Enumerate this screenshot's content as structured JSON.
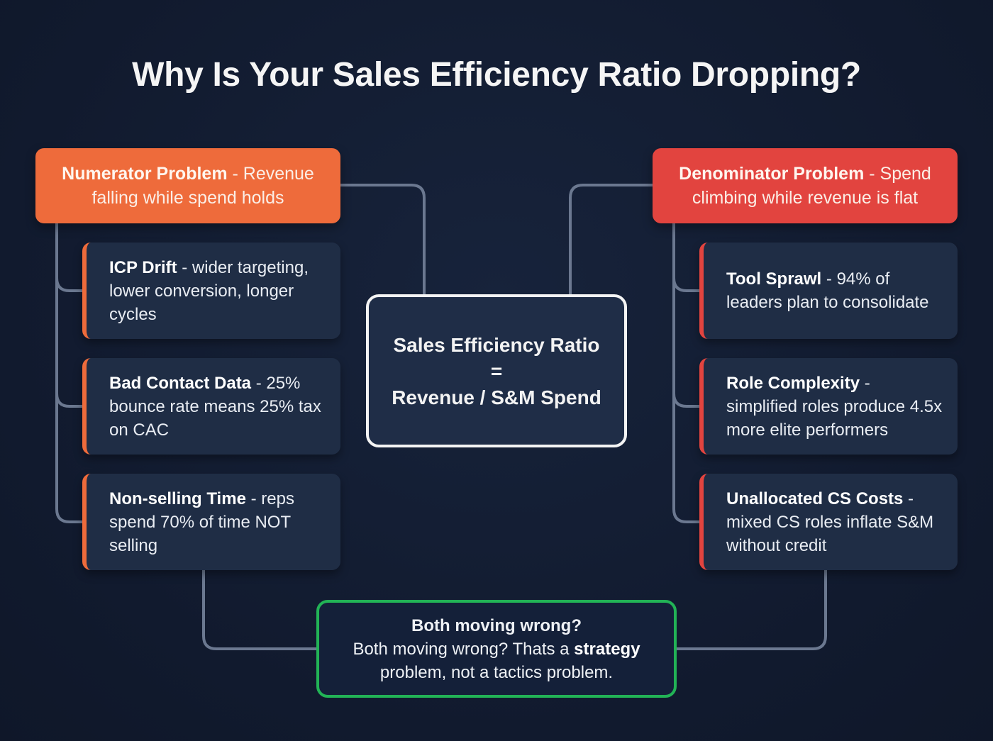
{
  "title": "Why Is Your Sales Efficiency Ratio Dropping?",
  "center": {
    "line1": "Sales Efficiency Ratio",
    "line2": "=",
    "line3": "Revenue / S&M Spend"
  },
  "numerator": {
    "header_bold": "Numerator Problem",
    "header_rest": " - Revenue falling while spend holds",
    "color": "#ee6b3b",
    "items": [
      {
        "bold": "ICP Drift",
        "rest": " - wider targeting, lower conversion, longer cycles"
      },
      {
        "bold": "Bad Contact Data",
        "rest": " - 25% bounce rate means 25% tax on CAC"
      },
      {
        "bold": "Non-selling Time",
        "rest": " - reps spend 70% of time NOT selling"
      }
    ]
  },
  "denominator": {
    "header_bold": "Denominator Problem",
    "header_rest": " - Spend climbing while revenue is flat",
    "color": "#e2443f",
    "items": [
      {
        "bold": "Tool Sprawl",
        "rest": " - 94% of leaders plan to consolidate"
      },
      {
        "bold": "Role Complexity",
        "rest": " - simplified roles produce 4.5x more elite performers"
      },
      {
        "bold": "Unallocated CS Costs",
        "rest": " - mixed CS roles inflate S&M without credit"
      }
    ]
  },
  "bottom": {
    "heading": "Both moving wrong?",
    "text_before": "Both moving wrong? Thats a ",
    "text_bold": "strategy",
    "text_after": " problem, not a tactics problem.",
    "color": "#22b356"
  },
  "colors": {
    "background": "#131d33",
    "card": "#1f2d45",
    "connector": "#6b7890"
  }
}
